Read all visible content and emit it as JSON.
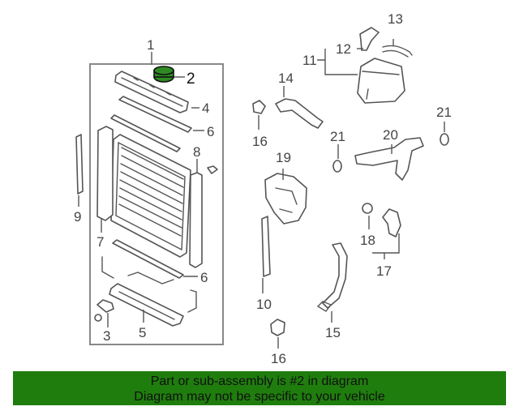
{
  "callouts": {
    "c1": "1",
    "c2": "2",
    "c3": "3",
    "c4": "4",
    "c5": "5",
    "c6a": "6",
    "c6b": "6",
    "c7": "7",
    "c8": "8",
    "c9": "9",
    "c10": "10",
    "c11": "11",
    "c12": "12",
    "c13": "13",
    "c14": "14",
    "c15": "15",
    "c16a": "16",
    "c16b": "16",
    "c17": "17",
    "c18": "18",
    "c19": "19",
    "c20": "20",
    "c21a": "21",
    "c21b": "21"
  },
  "banner": {
    "line1": "Part or sub-assembly is #2 in diagram",
    "line2": "Diagram may not be specific to your vehicle"
  },
  "colors": {
    "highlight": "#2e8b22",
    "banner_bg": "#1f7d0d"
  }
}
